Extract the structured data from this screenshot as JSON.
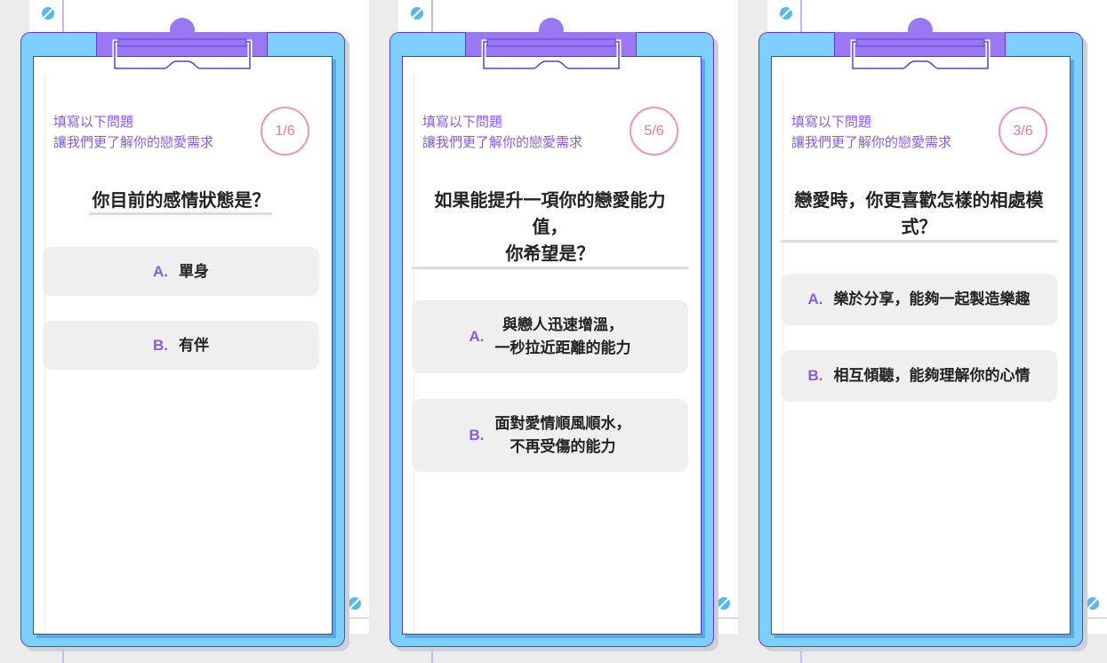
{
  "header": {
    "line1": "填寫以下問題",
    "line2": "讓我們更了解你的戀愛需求"
  },
  "colors": {
    "board": "#7fcffd",
    "clip": "#9b78f3",
    "accent": "#8a5ce6",
    "counter": "#f092c4"
  },
  "panels": [
    {
      "counter": "1/6",
      "question": [
        "你目前的感情狀態是？"
      ],
      "options": [
        {
          "letter": "A.",
          "text": [
            "單身"
          ]
        },
        {
          "letter": "B.",
          "text": [
            "有伴"
          ]
        }
      ]
    },
    {
      "counter": "5/6",
      "question": [
        "如果能提升一項你的戀愛能力",
        "值，",
        "你希望是？"
      ],
      "options": [
        {
          "letter": "A.",
          "text": [
            "與戀人迅速增溫，",
            "一秒拉近距離的能力"
          ]
        },
        {
          "letter": "B.",
          "text": [
            "面對愛情順風順水，",
            "不再受傷的能力"
          ]
        }
      ]
    },
    {
      "counter": "3/6",
      "question": [
        "戀愛時，你更喜歡怎樣的相處模",
        "式？"
      ],
      "options": [
        {
          "letter": "A.",
          "text": [
            "樂於分享，能夠一起製造樂趣"
          ]
        },
        {
          "letter": "B.",
          "text": [
            "相互傾聽，能夠理解你的心情"
          ]
        }
      ]
    }
  ]
}
